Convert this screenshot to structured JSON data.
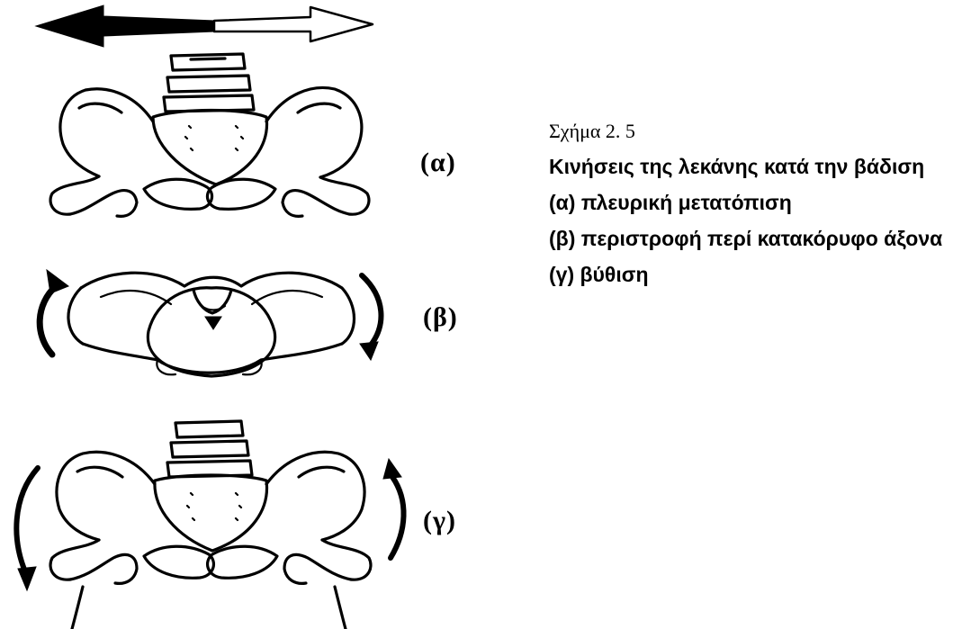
{
  "caption": {
    "title": "Σχήμα 2. 5",
    "heading": "Κινήσεις της λεκάνης κατά την βάδιση",
    "items": [
      "(α) πλευρική μετατόπιση",
      "(β) περιστροφή περί κατακόρυφο άξονα",
      "(γ) βύθιση"
    ]
  },
  "panels": [
    {
      "label": "(α)",
      "motion": "lateral-shift-double-arrow"
    },
    {
      "label": "(β)",
      "motion": "rotation-curved-arrows"
    },
    {
      "label": "(γ)",
      "motion": "drop-curved-arrows"
    }
  ]
}
